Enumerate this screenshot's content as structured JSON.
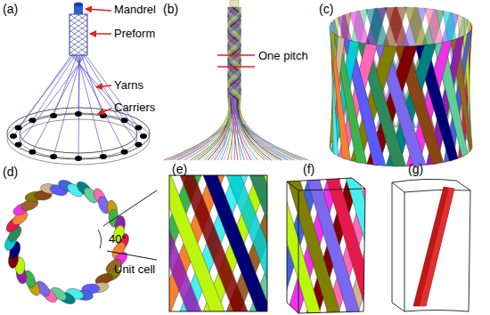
{
  "diagram": {
    "labels": [
      "(a)",
      "Mandrel",
      "Preform",
      "Yarns",
      "Carriers",
      "(b)",
      "One pitch",
      "(c)",
      "(d)",
      "40°",
      "Unit cell",
      "(e)",
      "(f)",
      "(g)"
    ]
  }
}
